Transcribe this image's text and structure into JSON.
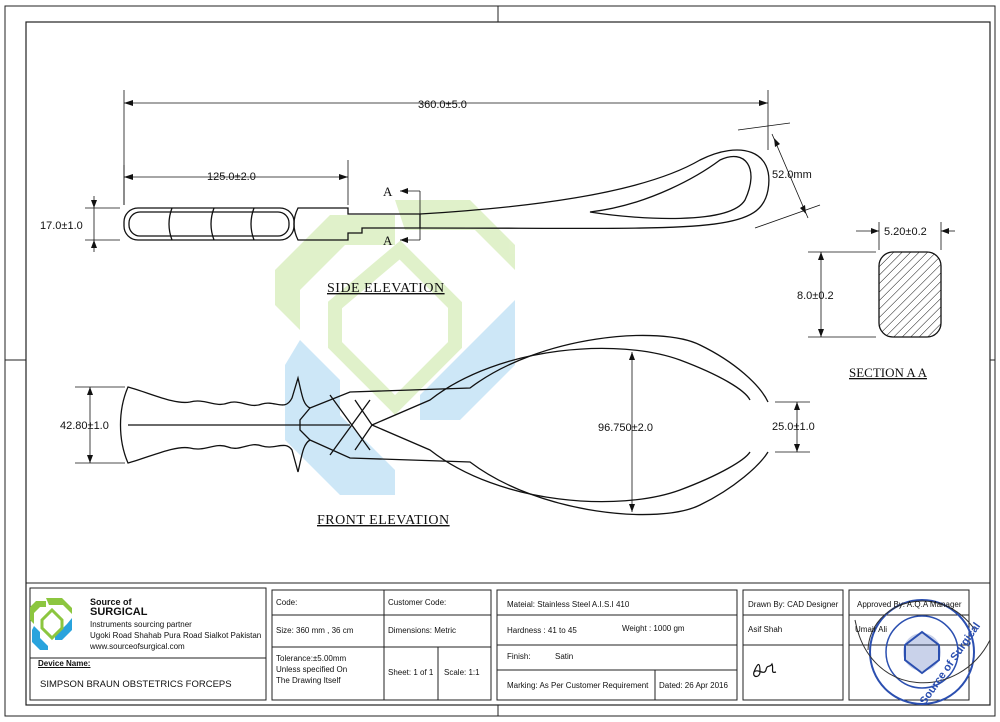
{
  "views": {
    "side_elevation": "SIDE  ELEVATION",
    "front_elevation": "FRONT  ELEVATION",
    "section": "SECTION  A  A",
    "section_marker": "A"
  },
  "dimensions": {
    "overall_length": "360.0±5.0",
    "handle_length": "125.0±2.0",
    "handle_height": "17.0±1.0",
    "blade_width": "52.0mm",
    "section_width": "5.20±0.2",
    "section_height": "8.0±0.2",
    "handle_width": "42.80±1.0",
    "blade_span": "96.750±2.0",
    "tip_gap": "25.0±1.0"
  },
  "company": {
    "line1": "Source of",
    "line2": "SURGICAL",
    "line3": "Instruments sourcing partner",
    "address": "Ugoki Road Shahab Pura Road Sialkot Pakistan",
    "website": "www.sourceofsurgical.com"
  },
  "device": {
    "label": "Device Name:",
    "name": "SIMPSON BRAUN OBSTETRICS FORCEPS"
  },
  "specs": {
    "code": "Code:",
    "customer_code": "Customer Code:",
    "size": "Size:   360 mm , 36 cm",
    "dimensions": "Dimensions: Metric",
    "tolerance1": "Tolerance:±5.00mm",
    "tolerance2": "Unless specified On",
    "tolerance3": "The Drawing Itself",
    "sheet": "Sheet: 1 of 1",
    "scale": "Scale: 1:1"
  },
  "material": {
    "material": "Mateial: Stainless Steel A.I.S.I 410",
    "hardness": "Hardness :   41 to 45",
    "weight": "Weight :   1000 gm",
    "finish_label": "Finish:",
    "finish_value": "Satin",
    "marking": "Marking: As Per Customer Requirement",
    "dated": "Dated: 26 Apr 2016"
  },
  "signoff": {
    "drawn_by": "Drawn By: CAD Designer",
    "drawer": "Asif Shah",
    "approved_by": "Approved By: A.Q.A Manager",
    "approver": "Umair Ali"
  },
  "stamp": {
    "text": "Source of Surgical"
  },
  "colors": {
    "line": "#111111",
    "watermark_green": "#c8e6a0",
    "watermark_blue": "#a6d4f2",
    "stamp_blue": "#2b4fb0"
  }
}
